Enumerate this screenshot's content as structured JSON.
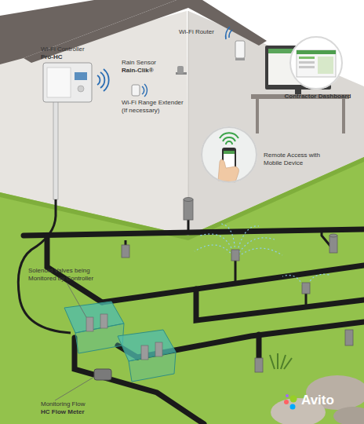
{
  "diagram": {
    "nodes": [
      {
        "text": [
          "Contractor Dashboard"
        ]
      },
      {
        "text": [
          "Remote Access with Mobile Device"
        ]
      }
    ],
    "labels": [
      "Wi-Fi Controller",
      "Pro-HC",
      "Rain Sensor",
      "Rain-Clik®",
      "Wi-Fi Router",
      "Wi-Fi Range Extender",
      "(If necessary)",
      "Solenoid Valves being Monitored by Controller",
      "Monitoring Flow",
      "HC Flow Meter",
      "Avito"
    ]
  }
}
